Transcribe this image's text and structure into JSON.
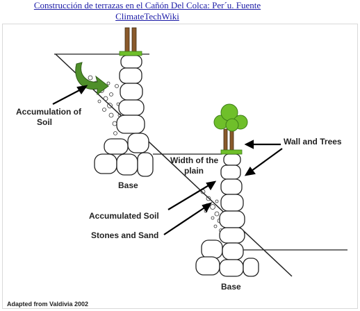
{
  "caption": {
    "line1": "Construcción de terrazas en el Cañón Del Colca: Per´u. Fuente",
    "line2": "ClimateTechWiki"
  },
  "labels": {
    "accumulation_line1": "Accumulation of",
    "accumulation_line2": "Soil",
    "base_upper": "Base",
    "width_line1": "Width of the",
    "width_line2": "plain",
    "wall_trees": "Wall and Trees",
    "accumulated_soil": "Accumulated Soil",
    "stones_sand": "Stones and Sand",
    "base_lower": "Base"
  },
  "credit": "Adapted from Valdivia 2002",
  "colors": {
    "caption_link": "#1a1aa6",
    "foliage": "#6fbf2a",
    "foliage_dark": "#3d7d17",
    "trunk": "#8a5a2b",
    "arrow_green": "#4f8f2a",
    "stone_outline": "#222222"
  }
}
